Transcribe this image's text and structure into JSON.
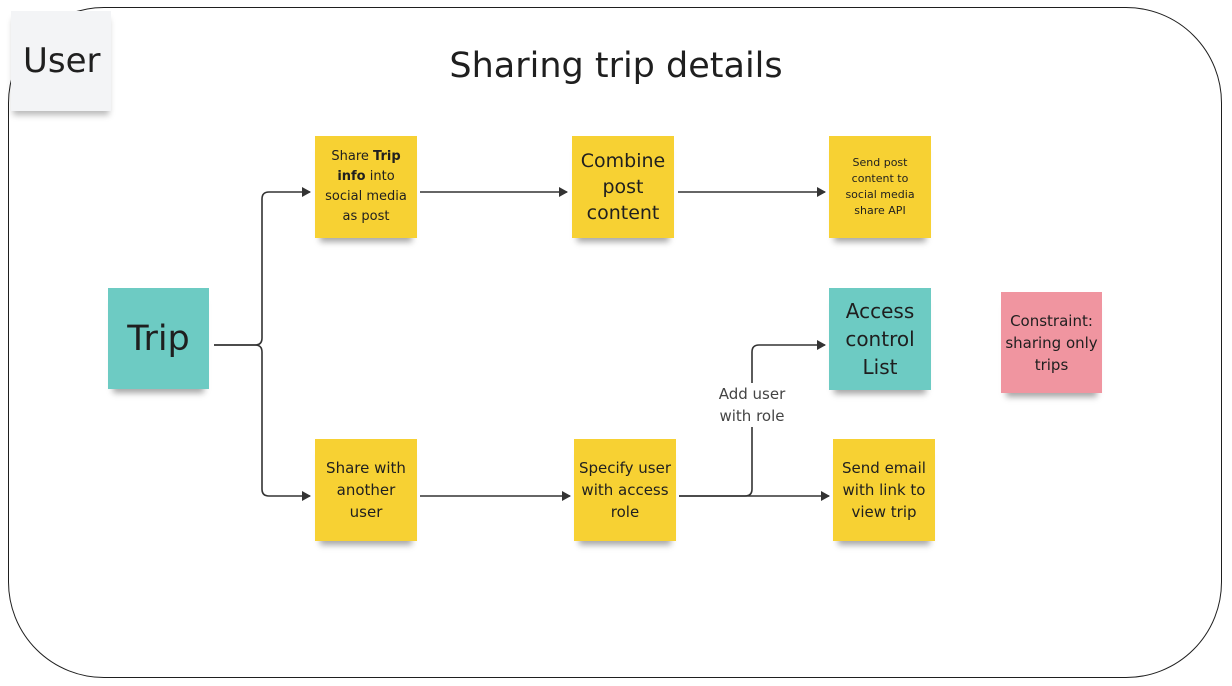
{
  "diagram": {
    "title": "Sharing trip details",
    "lane_label": "User",
    "notes": {
      "trip": "Trip",
      "share_trip_info": {
        "prefix": "Share ",
        "bold": "Trip info",
        "suffix": " into social media as post"
      },
      "combine_post": "Combine post content",
      "send_post": "Send post content to social media share API",
      "access_control": "Access control List",
      "constraint": "Constraint: sharing only trips",
      "share_user": "Share with another user",
      "specify_user": "Specify user with access role",
      "send_email": "Send email with link to view trip"
    },
    "edge_labels": {
      "add_user": "Add user with role"
    },
    "colors": {
      "yellow": "#f7d133",
      "teal": "#6dcbc3",
      "pink": "#f095a0",
      "lane": "#f3f4f6",
      "line": "#333333"
    }
  }
}
